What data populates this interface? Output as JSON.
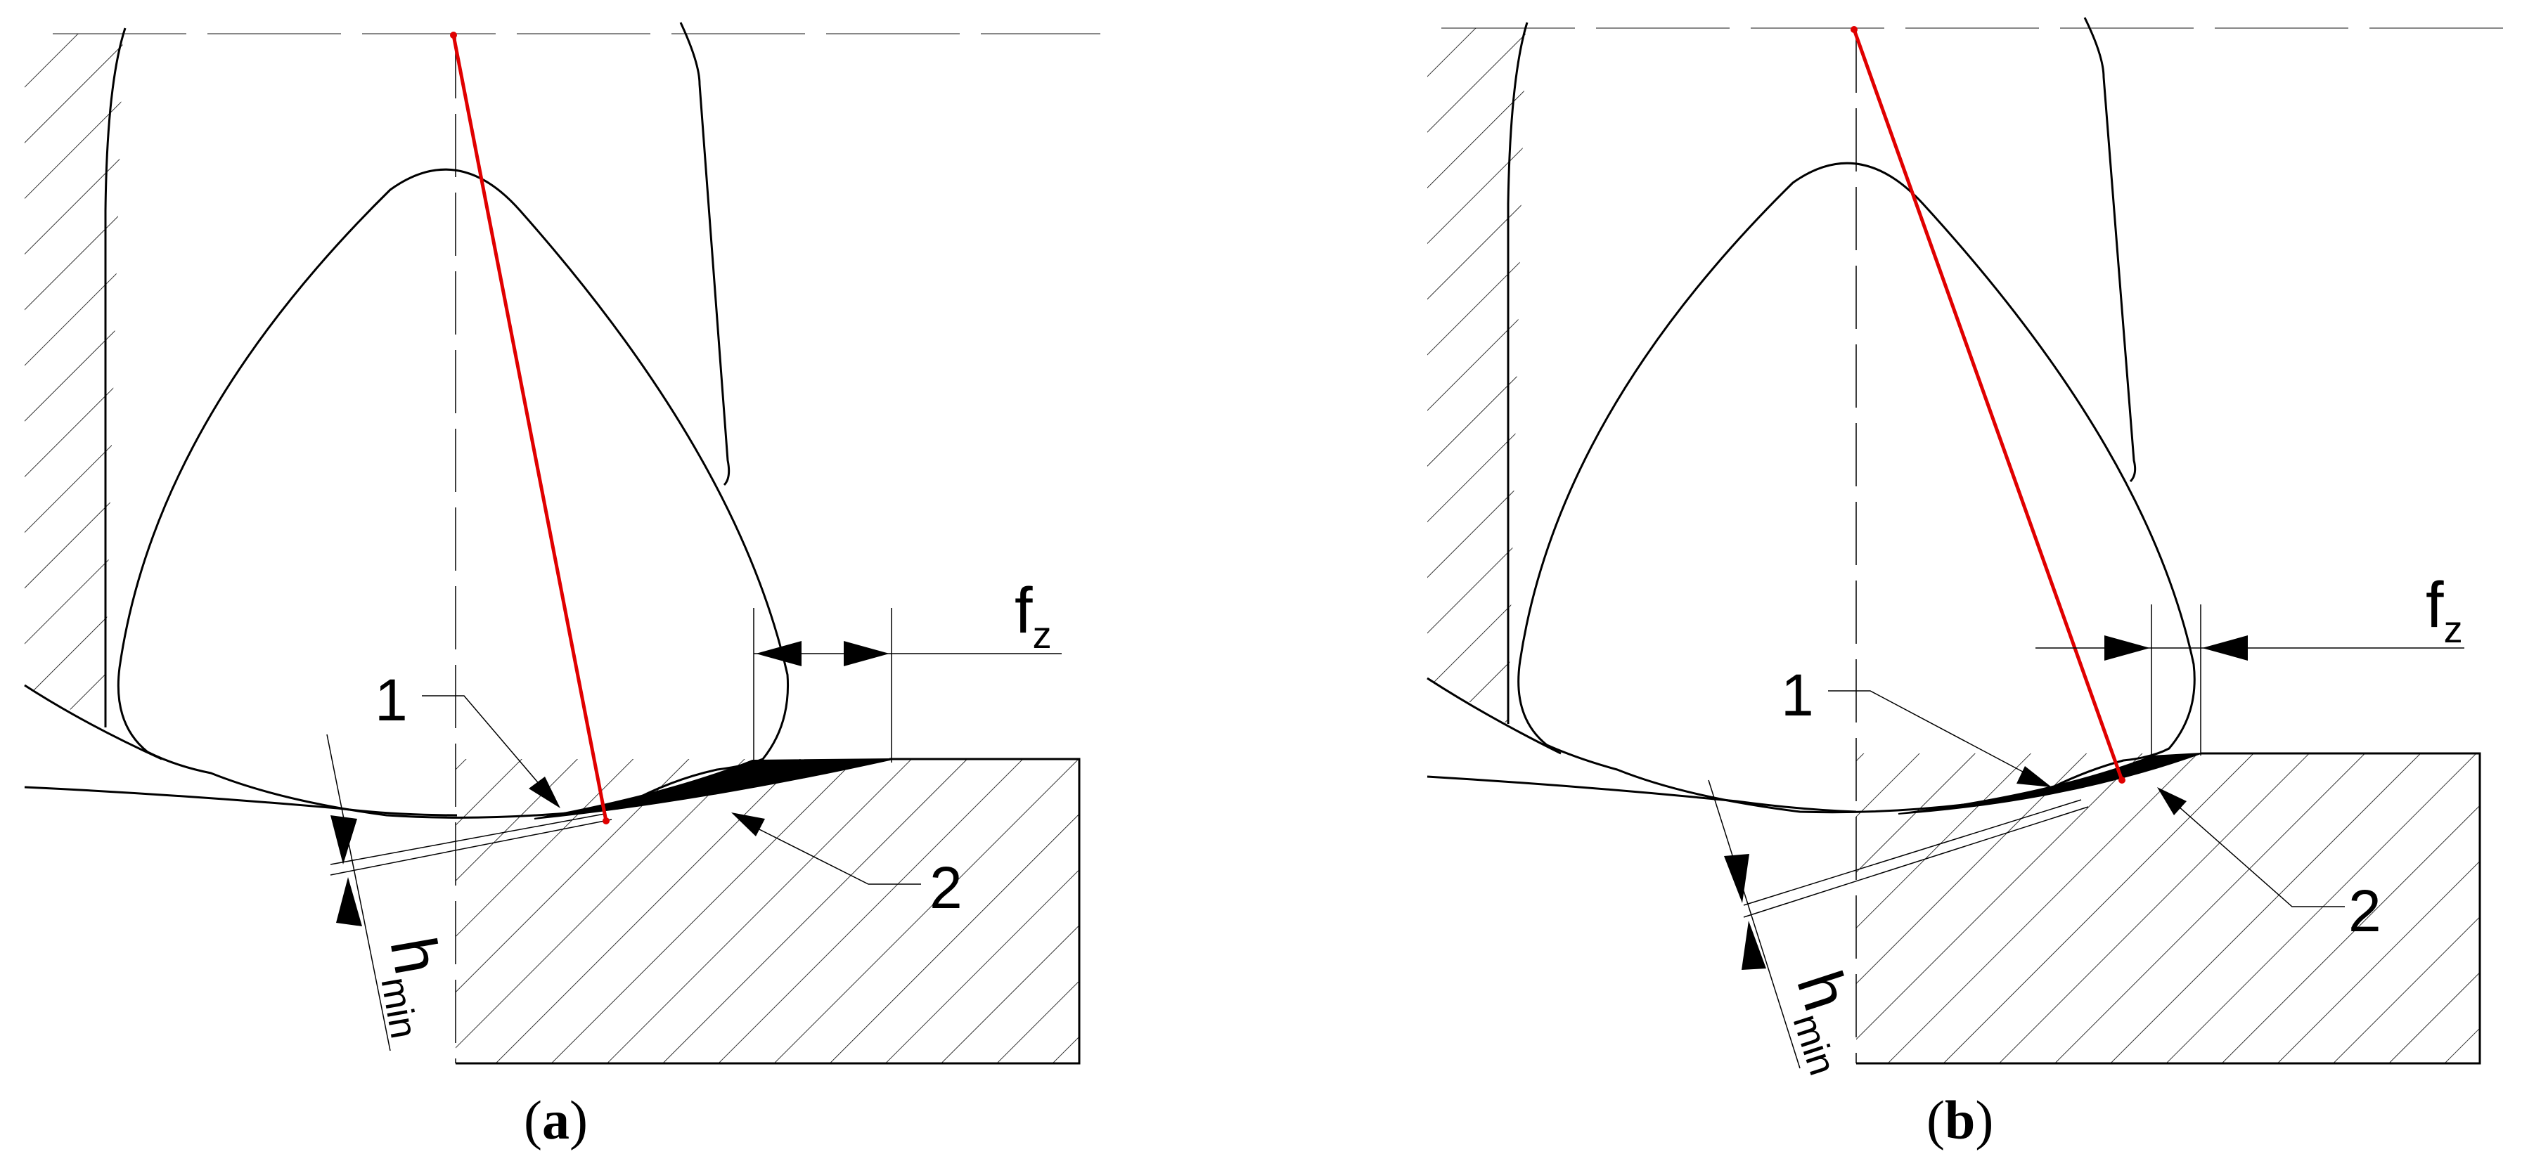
{
  "colors": {
    "ink": "#000000",
    "red_line": "#e00000",
    "background": "#ffffff"
  },
  "panels": [
    {
      "id": "a",
      "caption": "a",
      "labels": {
        "one": "1",
        "two": "2",
        "feed": "f",
        "feed_sub": "z",
        "hmin": "h",
        "hmin_sub": "min"
      }
    },
    {
      "id": "b",
      "caption": "b",
      "labels": {
        "one": "1",
        "two": "2",
        "feed": "f",
        "feed_sub": "z",
        "hmin": "h",
        "hmin_sub": "min"
      }
    }
  ]
}
